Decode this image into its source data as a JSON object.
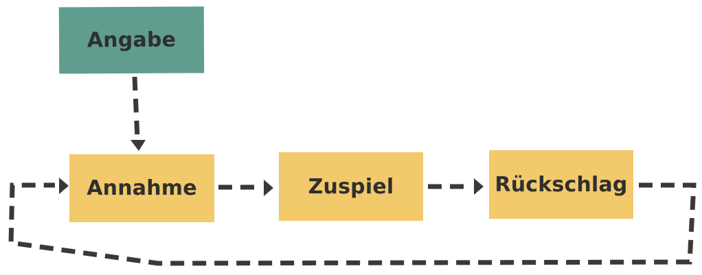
{
  "diagram": {
    "nodes": {
      "angabe": "Angabe",
      "annahme": "Annahme",
      "zuspiel": "Zuspiel",
      "rueckschlag": "Rückschlag"
    },
    "edges": [
      {
        "from": "Angabe",
        "to": "Annahme"
      },
      {
        "from": "Annahme",
        "to": "Zuspiel"
      },
      {
        "from": "Zuspiel",
        "to": "Rückschlag"
      },
      {
        "from": "Rückschlag",
        "to": "Annahme"
      }
    ]
  },
  "colors": {
    "start_node": "#5f9e8f",
    "step_node": "#f2c96b",
    "connector": "#3d3836"
  }
}
